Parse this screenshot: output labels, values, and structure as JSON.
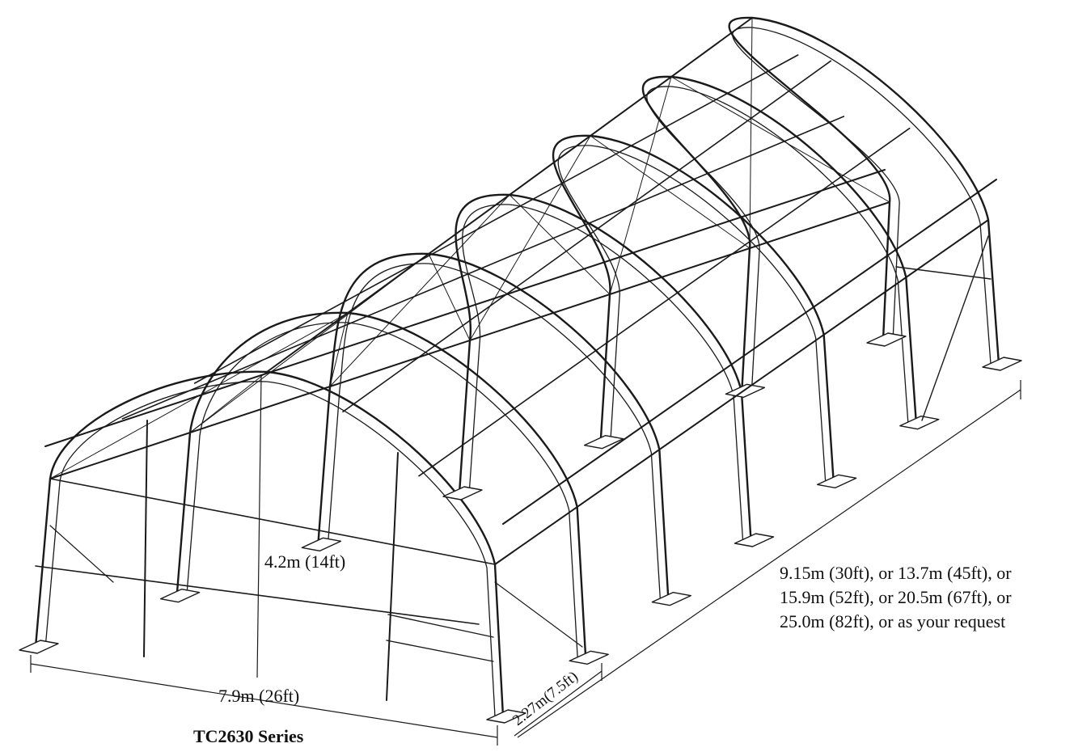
{
  "diagram": {
    "height_label": "4.2m (14ft)",
    "width_label": "7.9m (26ft)",
    "spacing_label": "2.27m(7.5ft)",
    "length_lines": [
      "9.15m (30ft), or 13.7m (45ft), or",
      "15.9m (52ft), or 20.5m (67ft), or",
      "25.0m (82ft), or as your request"
    ],
    "series_label": "TC2630 Series"
  },
  "style": {
    "line_color": "#1a1a1a",
    "background": "#ffffff"
  }
}
